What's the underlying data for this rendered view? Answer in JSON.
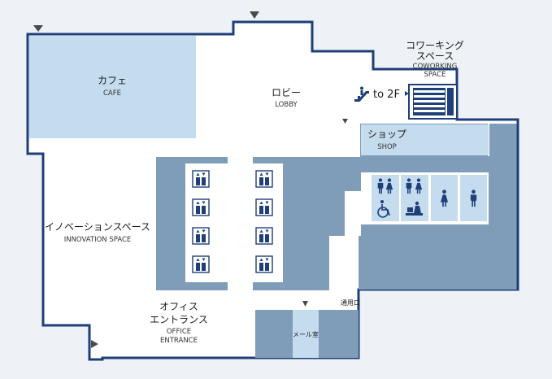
{
  "colors": {
    "background": "#eef1f5",
    "floor": "#ffffff",
    "wall": "#1e3f78",
    "core": "#7f9db8",
    "room": "#c5dcef",
    "icon": "#1e3f78",
    "marker": "#4a4a4a"
  },
  "areas": {
    "cafe": {
      "jp": "カフェ",
      "en": "CAFE"
    },
    "lobby": {
      "jp": "ロビー",
      "en": "LOBBY"
    },
    "coworking": {
      "jp_line1": "コワーキング",
      "jp_line2": "スペース",
      "en_line1": "COWORKING",
      "en_line2": "SPACE"
    },
    "shop": {
      "jp": "ショップ",
      "en": "SHOP"
    },
    "innovation": {
      "jp": "イノベーションスペース",
      "en": "INNOVATION SPACE"
    },
    "office_entrance": {
      "jp_line1": "オフィス",
      "jp_line2": "エントランス",
      "en_line1": "OFFICE",
      "en_line2": "ENTRANCE"
    },
    "mail_room": {
      "jp": "メール室"
    },
    "service_entrance": {
      "jp": "通用口"
    }
  },
  "stairs": {
    "label": "to 2F",
    "icon": "escalator-icon"
  },
  "restroom_icons": [
    "male-female-restroom-icon",
    "multipurpose-restroom-icon",
    "wheelchair-icon",
    "baby-changing-icon",
    "female-restroom-icon",
    "male-restroom-icon"
  ],
  "elevator_icon": "elevator-icon",
  "entrance_marker_icon": "entrance-triangle-icon"
}
